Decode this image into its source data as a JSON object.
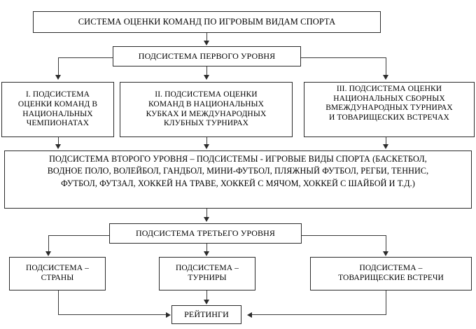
{
  "diagram": {
    "title_box": {
      "label": "СИСТЕМА ОЦЕНКИ КОМАНД ПО ИГРОВЫМ ВИДАМ СПОРТА"
    },
    "level_one_box": {
      "label": "ПОДСИСТЕМА ПЕРВОГО УРОВНЯ"
    },
    "level_one_children": [
      {
        "id": "subsystem-i",
        "lines": [
          "I. ПОДСИСТЕМА",
          "ОЦЕНКИ КОМАНД В",
          "НАЦИОНАЛЬНЫХ",
          "ЧЕМПИОНАТАХ"
        ]
      },
      {
        "id": "subsystem-ii",
        "lines": [
          "II. ПОДСИСТЕМА ОЦЕНКИ",
          "КОМАНД В НАЦИОНАЛЬНЫХ",
          "КУБКАХ И МЕЖДУНАРОДНЫХ",
          "КЛУБНЫХ ТУРНИРАХ"
        ]
      },
      {
        "id": "subsystem-iii",
        "lines": [
          "III. ПОДСИСТЕМА ОЦЕНКИ",
          "НАЦИОНАЛЬНЫХ СБОРНЫХ",
          "ВМЕЖДУНАРОДНЫХ ТУРНИРАХ",
          "И ТОВАРИЩЕСКИХ ВСТРЕЧАХ"
        ]
      }
    ],
    "level_two_box": {
      "lines": [
        "ПОДСИСТЕМА ВТОРОГО УРОВНЯ – ПОДСИСТЕМЫ - ИГРОВЫЕ ВИДЫ СПОРТА (БАСКЕТБОЛ,",
        "ВОДНОЕ ПОЛО, ВОЛЕЙБОЛ, ГАНДБОЛ, МИНИ-ФУТБОЛ, ПЛЯЖНЫЙ ФУТБОЛ, РЕГБИ, ТЕННИС,",
        "ФУТБОЛ, ФУТЗАЛ, ХОККЕЙ НА ТРАВЕ, ХОККЕЙ С МЯЧОМ, ХОККЕЙ С ШАЙБОЙ И Т.Д.)"
      ]
    },
    "level_three_box": {
      "label": "ПОДСИСТЕМА ТРЕТЬЕГО УРОВНЯ"
    },
    "level_three_children": [
      {
        "id": "subsystem-countries",
        "lines": [
          "ПОДСИСТЕМА –",
          "СТРАНЫ"
        ]
      },
      {
        "id": "subsystem-tournaments",
        "lines": [
          "ПОДСИСТЕМА –",
          "ТУРНИРЫ"
        ]
      },
      {
        "id": "subsystem-friendlies",
        "lines": [
          "ПОДСИСТЕМА –",
          "ТОВАРИЩЕСКИЕ ВСТРЕЧИ"
        ]
      }
    ],
    "result_box": {
      "label": "РЕЙТИНГИ"
    },
    "colors": {
      "border": "#2b2b2b",
      "connector": "#3a3a3a",
      "text": "#000000",
      "background": "#ffffff"
    }
  }
}
